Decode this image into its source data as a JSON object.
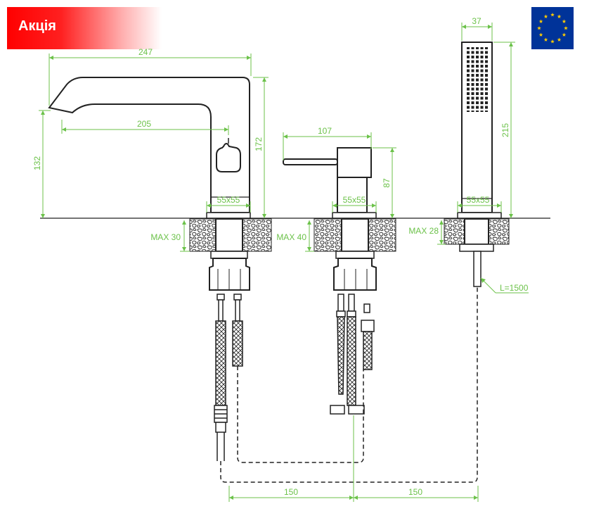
{
  "badge": {
    "label": "Акція"
  },
  "colors": {
    "badge_red": "#ff0000",
    "dimension": "#6cc24a",
    "outline": "#222222",
    "eu_blue": "#003399",
    "eu_star": "#ffcc00"
  },
  "icons": {
    "flag": "eu-flag-icon"
  },
  "dimensions": {
    "spout_width": "247",
    "spout_reach": "205",
    "spout_height": "172",
    "spout_outlet_height": "132",
    "spout_base": "55x55",
    "spout_max_thickness": "MAX 30",
    "mixer_lever": "107",
    "mixer_height": "87",
    "mixer_base": "55x55",
    "mixer_max_thickness": "MAX 40",
    "shower_width": "37",
    "shower_height": "215",
    "shower_base": "55x55",
    "shower_max_thickness": "MAX 28",
    "hose_length": "L=1500",
    "spacing_left": "150",
    "spacing_right": "150"
  }
}
